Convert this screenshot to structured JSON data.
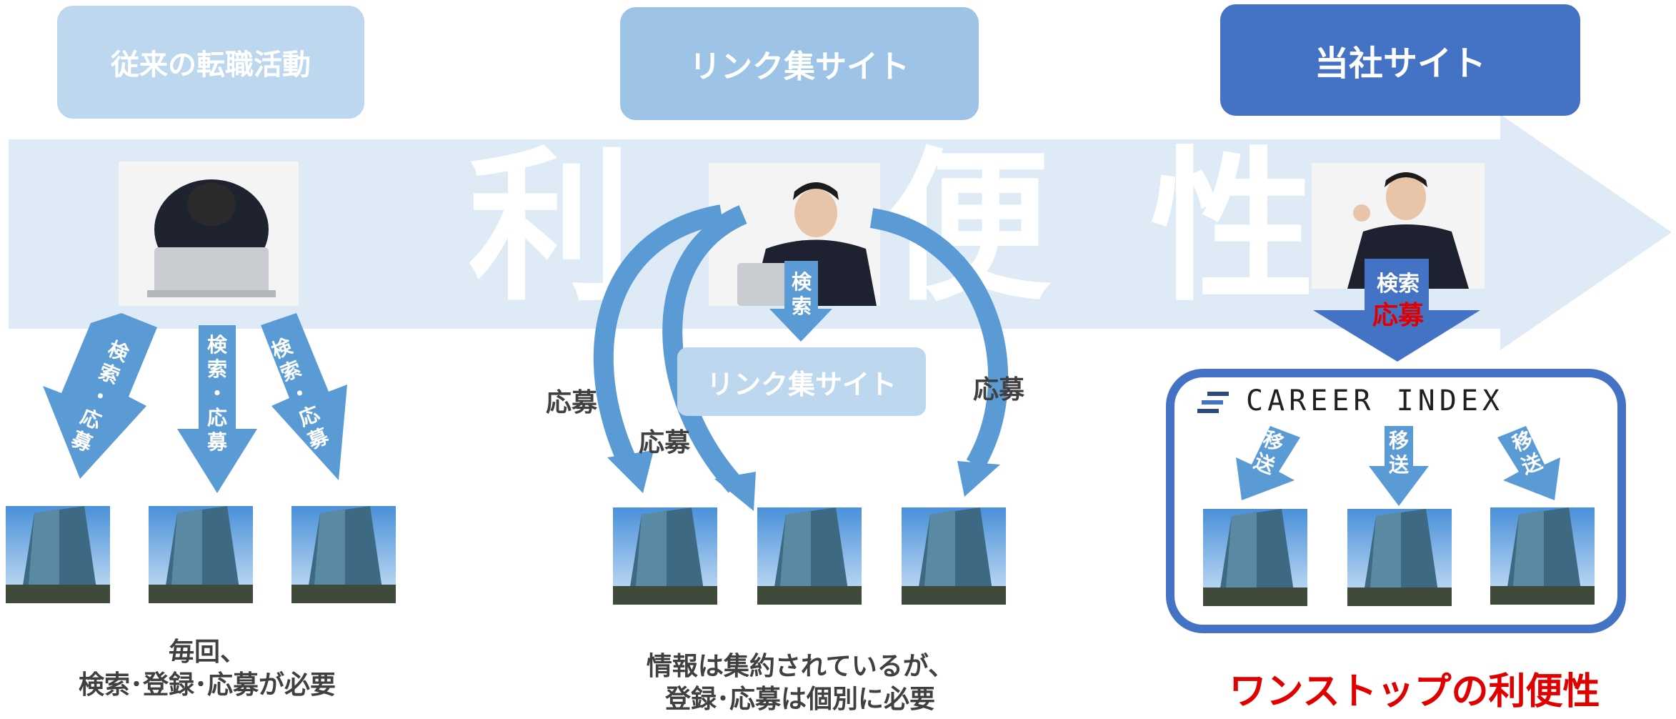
{
  "background_word": [
    "利",
    "便",
    "性"
  ],
  "headers": {
    "traditional": "従来の転職活動",
    "link_site": "リンク集サイト",
    "our_site": "当社サイト"
  },
  "traditional": {
    "arrow_label_chars": [
      "検",
      "索",
      "・",
      "応",
      "募"
    ],
    "caption_line1": "毎回、",
    "caption_line2": "検索･登録･応募が必要"
  },
  "link_site": {
    "search_chars": [
      "検",
      "索"
    ],
    "inner_box": "リンク集サイト",
    "apply_left": "応募",
    "apply_mid": "応募",
    "apply_right": "応募",
    "caption_line1": "情報は集約されているが、",
    "caption_line2": "登録･応募は個別に必要"
  },
  "our_site": {
    "search": "検索",
    "apply": "応募",
    "logo_text": "CAREER INDEX",
    "transfer_chars": [
      "移",
      "送"
    ],
    "tagline": "ワンストップの利便性"
  },
  "colors": {
    "light_pill": "#bdd7ee",
    "mid_pill": "#9dc3e6",
    "dark_pill": "#4472c4",
    "arrow_blue": "#5b9bd5",
    "band": "#deebf7",
    "accent_red": "#e00000",
    "text_gray": "#404040"
  }
}
